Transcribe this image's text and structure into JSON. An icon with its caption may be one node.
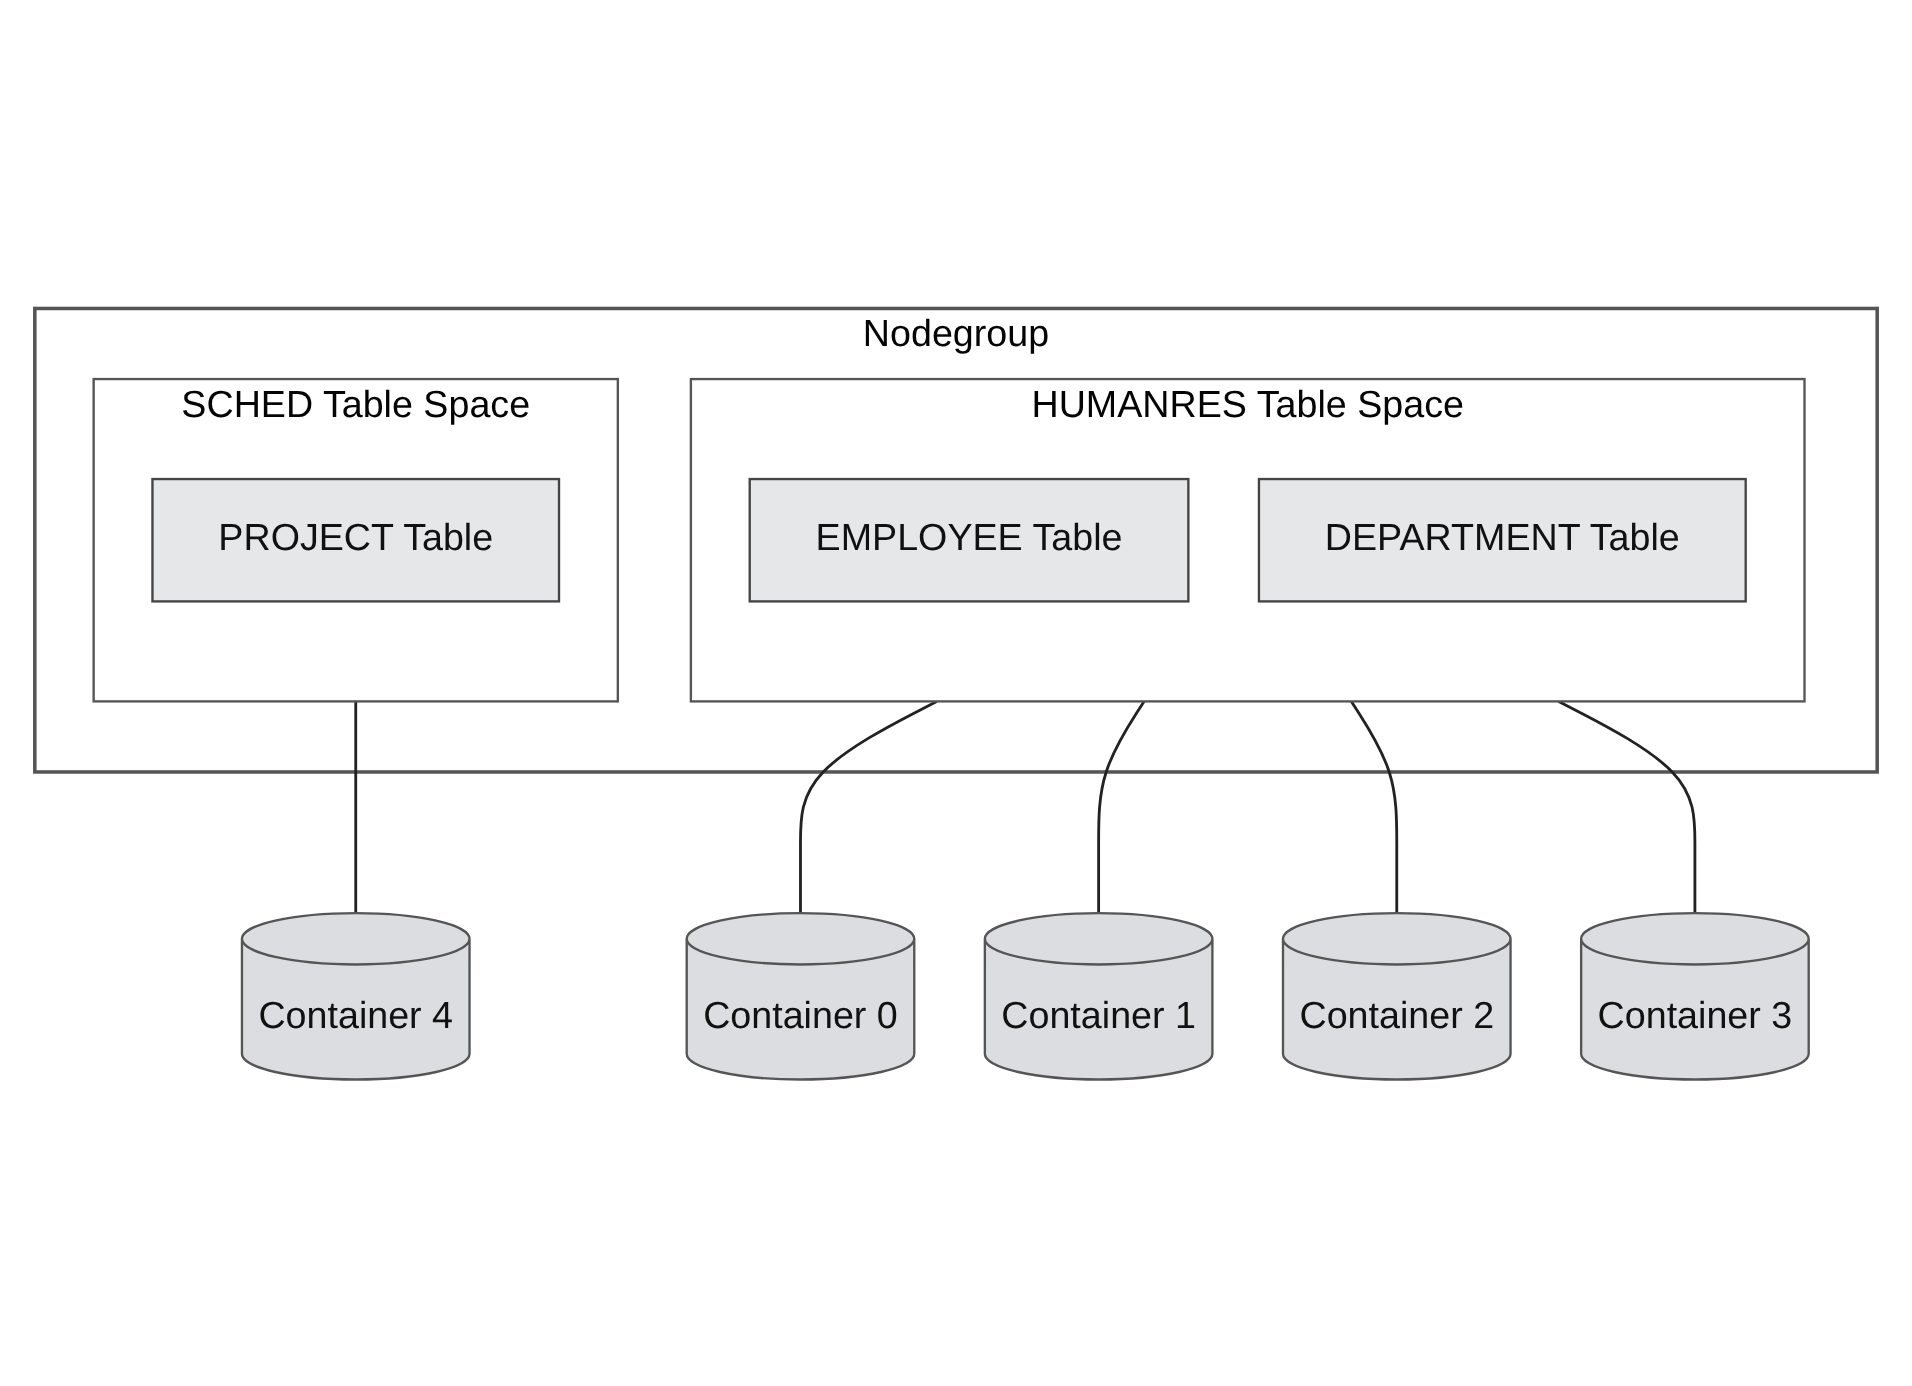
{
  "diagram": {
    "nodes": [
      {
        "text": [
          "Nodegroup"
        ]
      },
      {
        "text": [
          "HUMANRES Table Space"
        ],
        "in": 0
      },
      {
        "text": [
          "EMPLOYEE Table"
        ],
        "in": 1
      },
      {
        "text": [
          "DEPARTMENT Table"
        ],
        "in": 1
      },
      {
        "text": [
          "SCHED Table Space"
        ],
        "in": 0
      },
      {
        "text": [
          "PROJECT Table"
        ],
        "in": 4
      },
      {
        "text": [
          "Container 0"
        ]
      },
      {
        "text": [
          "Container 1"
        ]
      },
      {
        "text": [
          "Container 2"
        ]
      },
      {
        "text": [
          "Container 3"
        ]
      },
      {
        "text": [
          "Container 4"
        ]
      }
    ],
    "edges": [
      {
        "from": 1,
        "to": 6,
        "arrow": "none"
      },
      {
        "from": 1,
        "to": 7,
        "arrow": "none"
      },
      {
        "from": 1,
        "to": 8,
        "arrow": "none"
      },
      {
        "from": 1,
        "to": 9,
        "arrow": "none"
      },
      {
        "from": 4,
        "to": 10,
        "arrow": "none"
      }
    ]
  }
}
